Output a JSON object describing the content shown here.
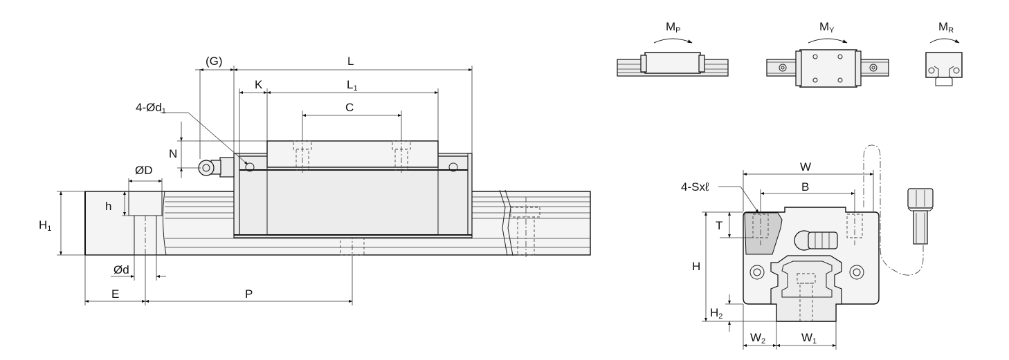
{
  "labels": {
    "G": "(G)",
    "L": "L",
    "K": "K",
    "L1": "L",
    "L1_sub": "1",
    "d1": "4-Ød",
    "d1_sub": "1",
    "C": "C",
    "N": "N",
    "D": "ØD",
    "h": "h",
    "H1": "H",
    "H1_sub": "1",
    "d": "Ød",
    "E": "E",
    "P": "P",
    "MP": "M",
    "MP_sub": "P",
    "MY": "M",
    "MY_sub": "Y",
    "MR": "M",
    "MR_sub": "R",
    "W": "W",
    "B": "B",
    "S": "4-Sxℓ",
    "T": "T",
    "H": "H",
    "H2": "H",
    "H2_sub": "2",
    "W2": "W",
    "W2_sub": "2",
    "W1": "W",
    "W1_sub": "1"
  }
}
